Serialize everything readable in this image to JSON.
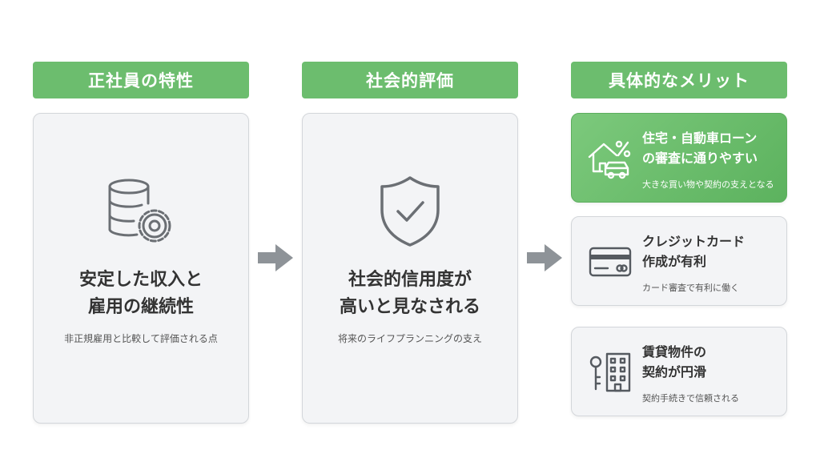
{
  "columns": [
    {
      "header": "正社員の特性",
      "icon": "database-gear-icon",
      "title_lines": [
        "安定した収入と",
        "雇用の継続性"
      ],
      "subtitle": "非正規雇用と比較して評価される点"
    },
    {
      "header": "社会的評価",
      "icon": "shield-check-icon",
      "title_lines": [
        "社会的信用度が",
        "高いと見なされる"
      ],
      "subtitle": "将来のライフプランニングの支え"
    }
  ],
  "benefits_header": "具体的なメリット",
  "benefits": [
    {
      "icon": "house-car-percent-icon",
      "title_lines": [
        "住宅・自動車ローン",
        "の審査に通りやすい"
      ],
      "subtitle": "大きな買い物や契約の支えとなる",
      "highlighted": true
    },
    {
      "icon": "credit-card-icon",
      "title_lines": [
        "クレジットカード",
        "作成が有利"
      ],
      "subtitle": "カード審査で有利に働く",
      "highlighted": false
    },
    {
      "icon": "key-building-icon",
      "title_lines": [
        "賃貸物件の",
        "契約が円滑"
      ],
      "subtitle": "契約手続きで信頼される",
      "highlighted": false
    }
  ],
  "colors": {
    "header_green": "#6cbd6e",
    "highlight_green": "#5cb25e",
    "card_bg": "#f3f4f6",
    "arrow_gray": "#8e9398",
    "icon_gray": "#6b6f74"
  }
}
